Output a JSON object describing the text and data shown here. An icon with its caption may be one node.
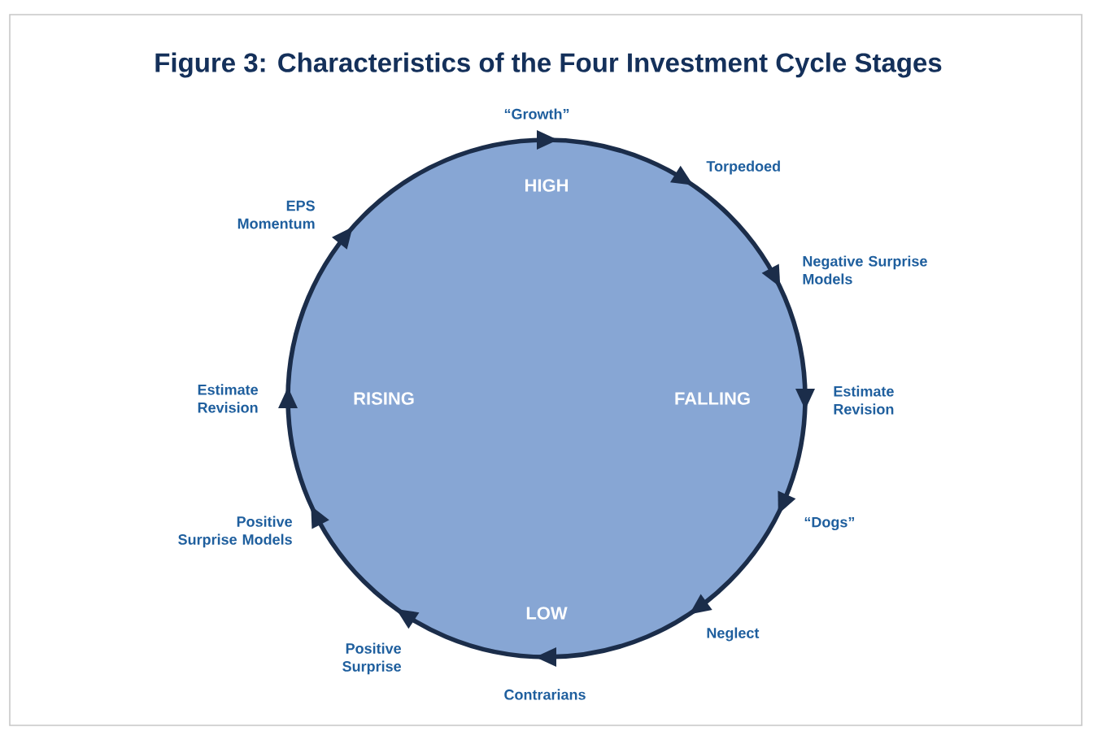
{
  "diagram": {
    "title": "Figure 3: Characteristics of the Four Investment Cycle Stages",
    "nodes": [
      {
        "text": [
          "HIGH",
          "RISING",
          "FALLING",
          "LOW"
        ]
      }
    ],
    "labels": [
      "“Growth”",
      "EPS Momentum",
      "Torpedoed",
      "Negative Surprise Models",
      "Estimate Revision",
      "Estimate Revision",
      "Positive Surprise Models",
      "“Dogs”",
      "Neglect",
      "Positive Surprise",
      "Contrarians"
    ]
  }
}
